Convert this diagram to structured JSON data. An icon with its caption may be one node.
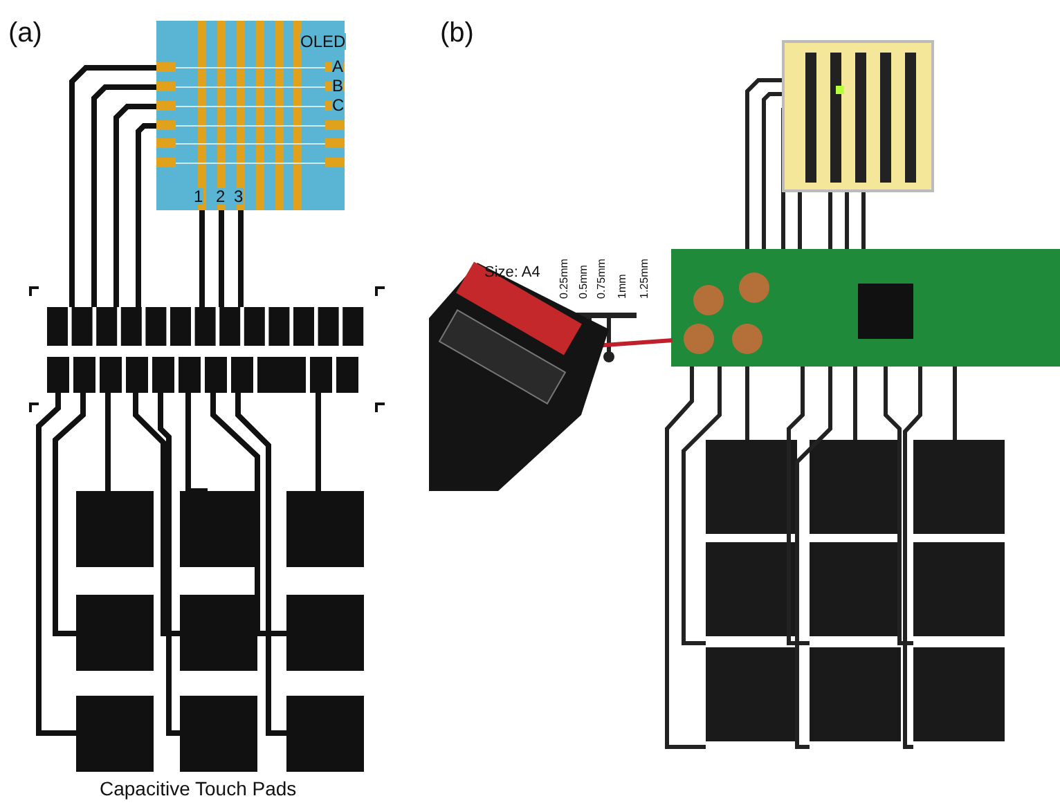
{
  "diagram": {
    "nodes": [
      {
        "text": [
          "OLED"
        ]
      }
    ],
    "edges": [],
    "labels": [
      "(a)",
      "A",
      "B",
      "C",
      "1",
      "2",
      "3",
      "Capacitive Touch Pads",
      "(b)",
      "Size: A4",
      "0.25mm",
      "0.5mm",
      "0.75mm",
      "1mm",
      "1.25mm"
    ]
  }
}
